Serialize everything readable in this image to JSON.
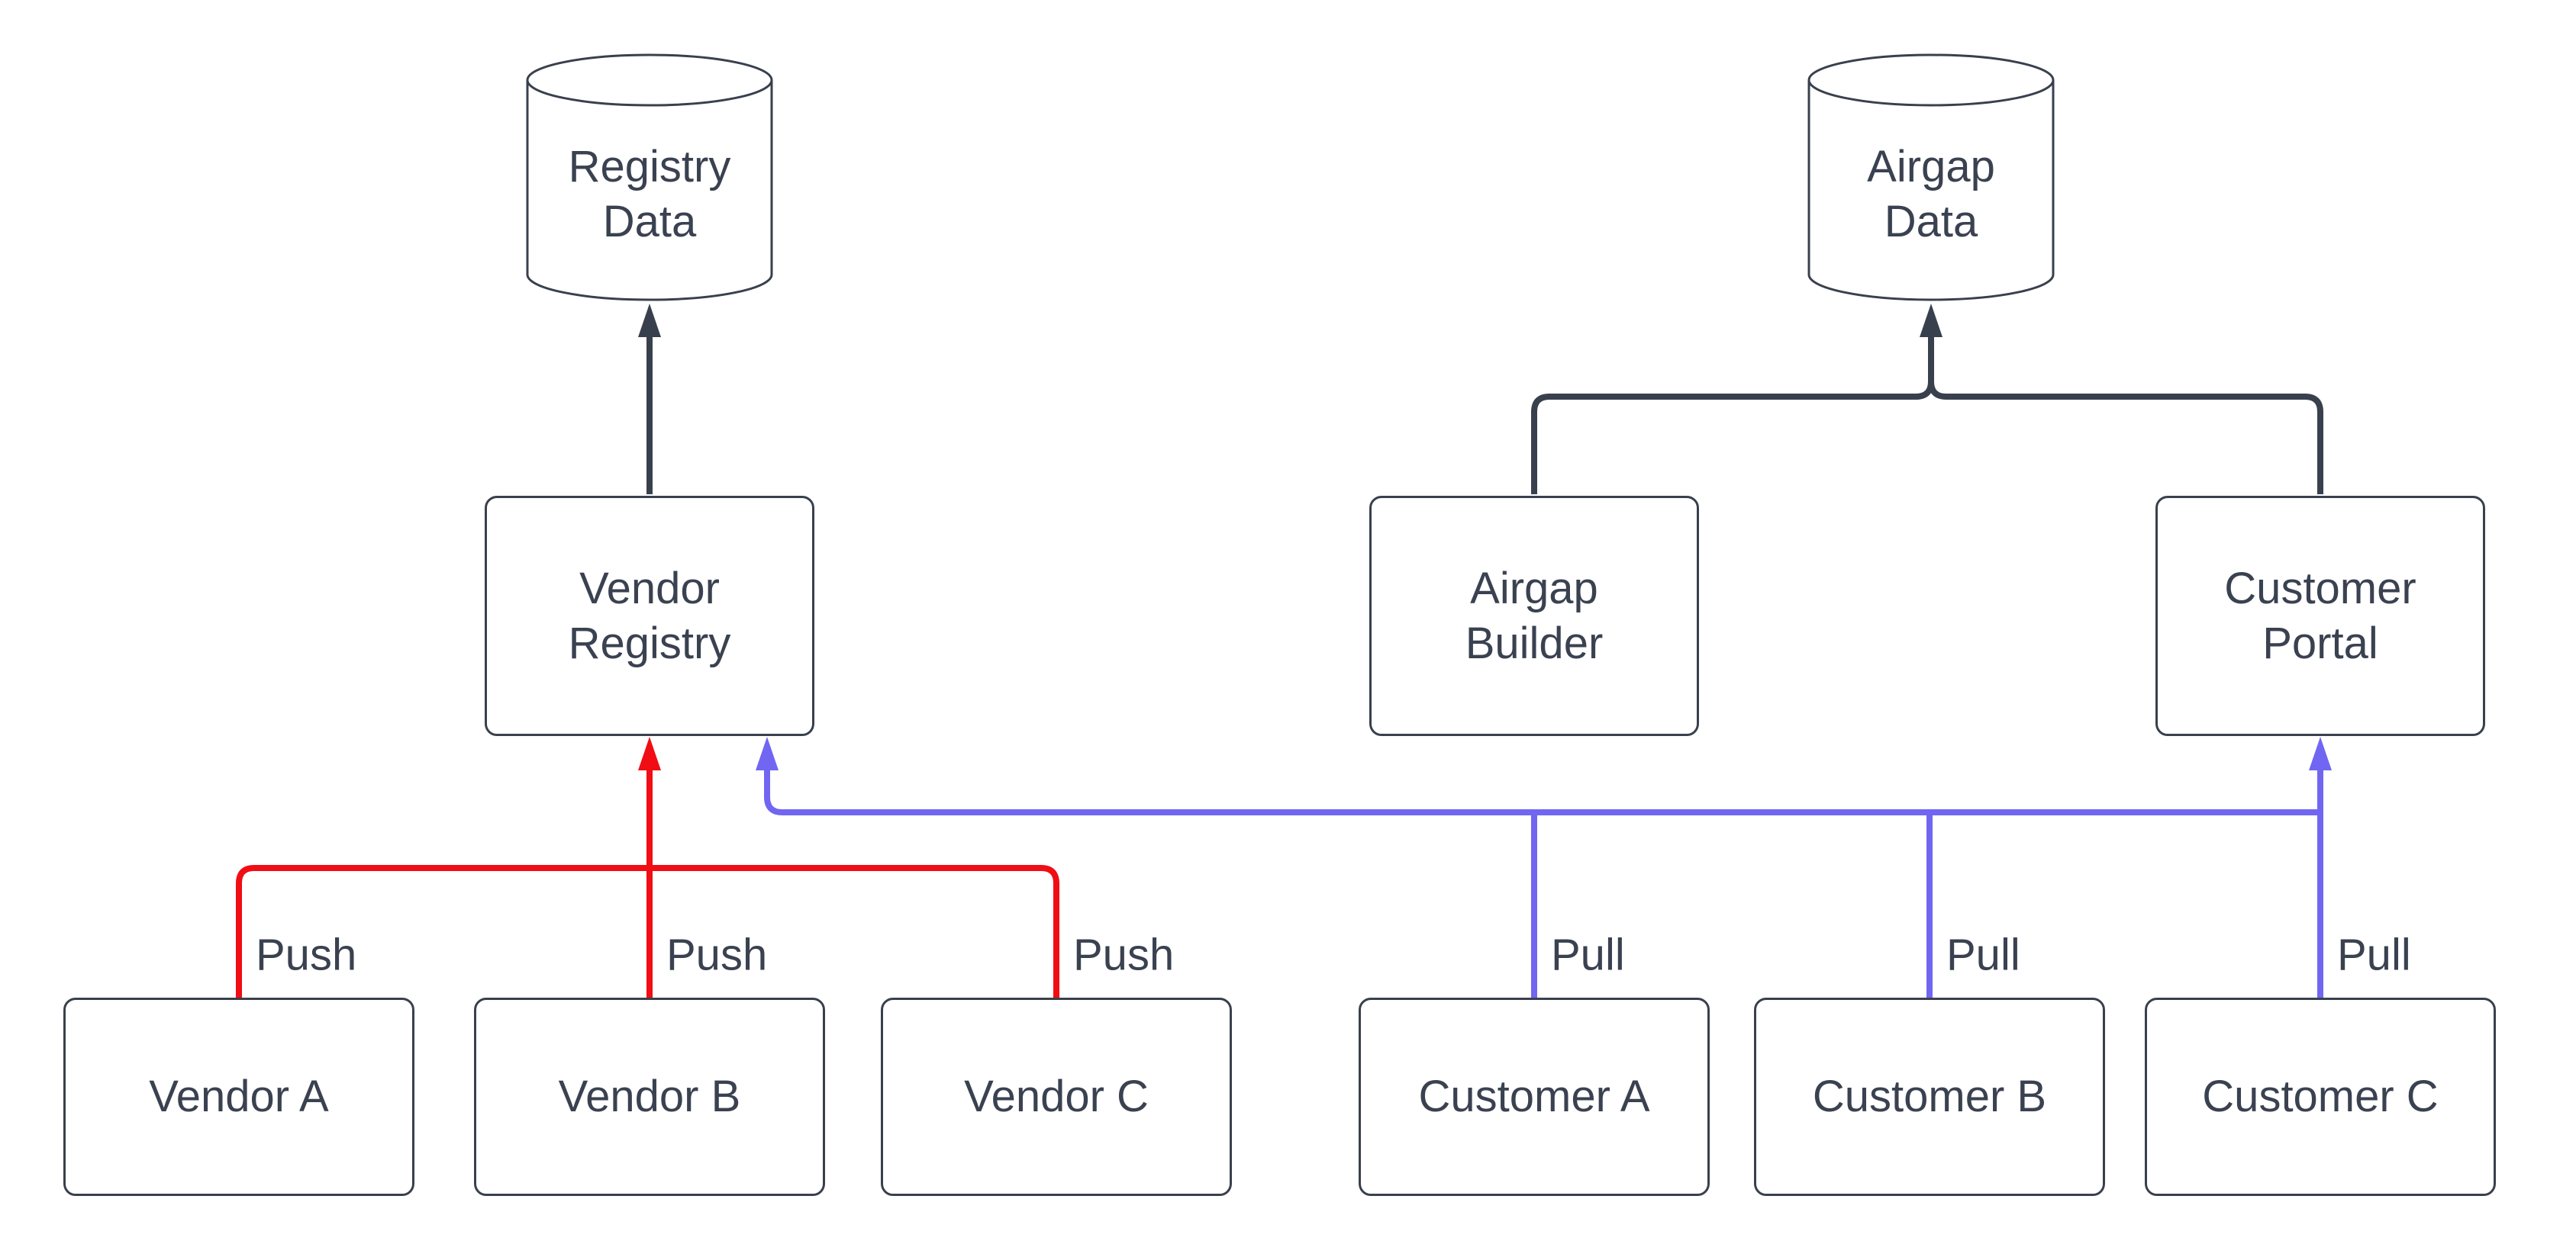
{
  "colors": {
    "dark": "#39404d",
    "red": "#f00d14",
    "blue": "#7166f2",
    "text": "#3a4150",
    "box-fill": "#ffffff",
    "background": "#ffffff"
  },
  "nodes": {
    "cylinders": [
      {
        "id": "registry-data",
        "line1": "Registry",
        "line2": "Data"
      },
      {
        "id": "airgap-data",
        "line1": "Airgap",
        "line2": "Data"
      }
    ],
    "middle": [
      {
        "id": "vendor-registry",
        "line1": "Vendor",
        "line2": "Registry"
      },
      {
        "id": "airgap-builder",
        "line1": "Airgap",
        "line2": "Builder"
      },
      {
        "id": "customer-portal",
        "line1": "Customer",
        "line2": "Portal"
      }
    ],
    "bottom": [
      {
        "id": "vendor-a",
        "label": "Vendor A"
      },
      {
        "id": "vendor-b",
        "label": "Vendor B"
      },
      {
        "id": "vendor-c",
        "label": "Vendor C"
      },
      {
        "id": "customer-a",
        "label": "Customer A"
      },
      {
        "id": "customer-b",
        "label": "Customer B"
      },
      {
        "id": "customer-c",
        "label": "Customer C"
      }
    ]
  },
  "edges": [
    {
      "id": "vendor-registry-to-registry-data",
      "from": "vendor-registry",
      "to": "registry-data",
      "color": "dark",
      "label": ""
    },
    {
      "id": "airgap-builder-to-airgap-data",
      "from": "airgap-builder",
      "to": "airgap-data",
      "color": "dark",
      "label": ""
    },
    {
      "id": "customer-portal-to-airgap-data",
      "from": "customer-portal",
      "to": "airgap-data",
      "color": "dark",
      "label": ""
    },
    {
      "id": "vendor-a-push",
      "from": "vendor-a",
      "to": "vendor-registry",
      "color": "red",
      "label": "Push"
    },
    {
      "id": "vendor-b-push",
      "from": "vendor-b",
      "to": "vendor-registry",
      "color": "red",
      "label": "Push"
    },
    {
      "id": "vendor-c-push",
      "from": "vendor-c",
      "to": "vendor-registry",
      "color": "red",
      "label": "Push"
    },
    {
      "id": "customer-a-pull",
      "from": "customer-a",
      "to": "customer-portal",
      "color": "blue",
      "label": "Pull"
    },
    {
      "id": "customer-b-pull",
      "from": "customer-b",
      "to": "customer-portal",
      "color": "blue",
      "label": "Pull"
    },
    {
      "id": "customer-c-pull",
      "from": "customer-c",
      "to": "customer-portal",
      "color": "blue",
      "label": "Pull"
    }
  ]
}
